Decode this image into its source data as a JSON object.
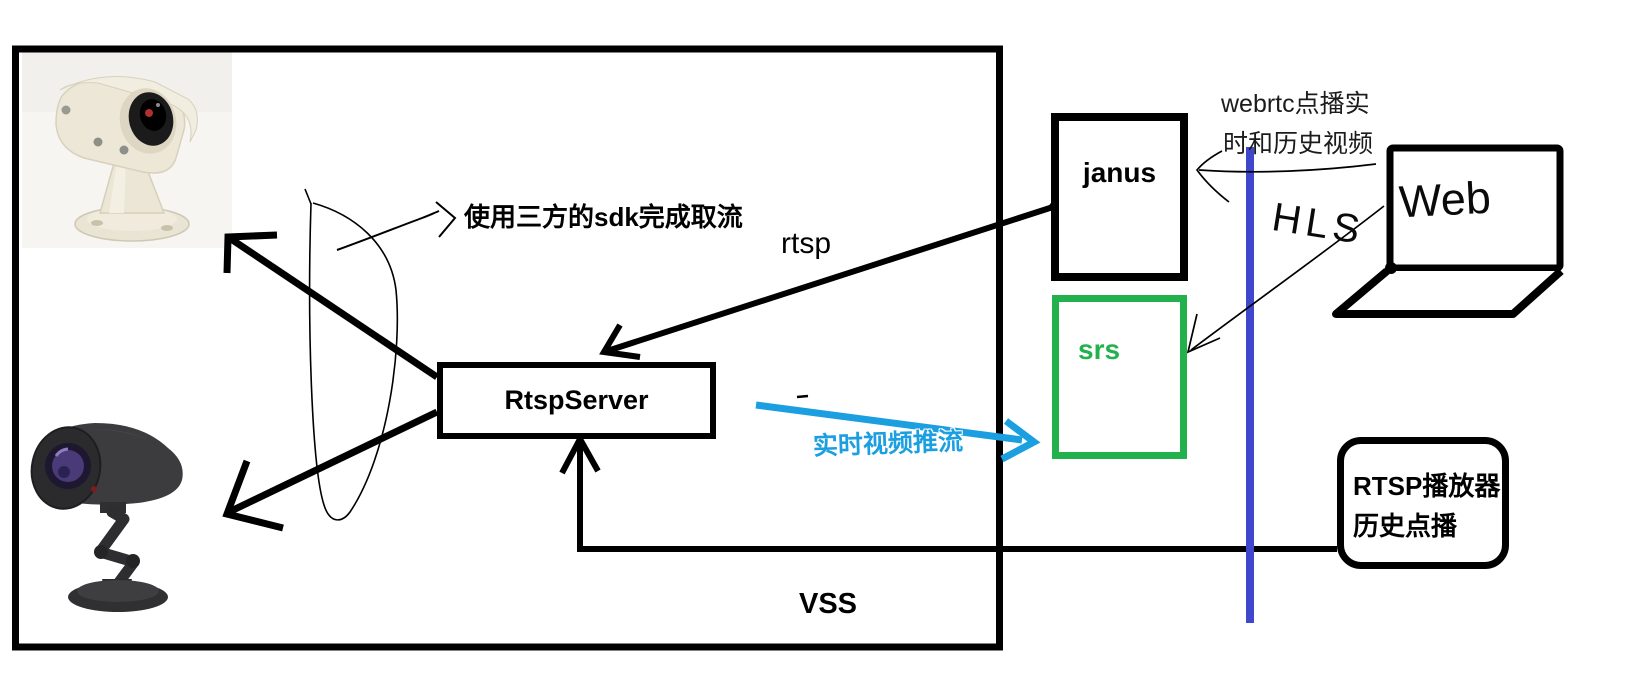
{
  "diagram": {
    "container_label": "VSS",
    "nodes": {
      "rtsp_server": {
        "label": "RtspServer"
      },
      "janus": {
        "label": "janus"
      },
      "srs": {
        "label": "srs"
      },
      "rtsp_player": {
        "line1": "RTSP播放器",
        "line2": "历史点播"
      }
    },
    "labels": {
      "sdk_note": "使用三方的sdk完成取流",
      "rtsp": "rtsp",
      "webrtc_line1": "webrtc点播实",
      "webrtc_line2": "时和历史视频",
      "push_stream": "实时视频推流",
      "hls": "HLS",
      "web": "Web"
    },
    "colors": {
      "srs_green": "#22b14c",
      "push_arrow_cyan": "#1b9fe0",
      "timeline_blue": "#3f48cc",
      "ink_black": "#000000"
    },
    "icons": [
      "bullet-camera-image",
      "ptz-camera-image",
      "laptop-icon"
    ]
  }
}
